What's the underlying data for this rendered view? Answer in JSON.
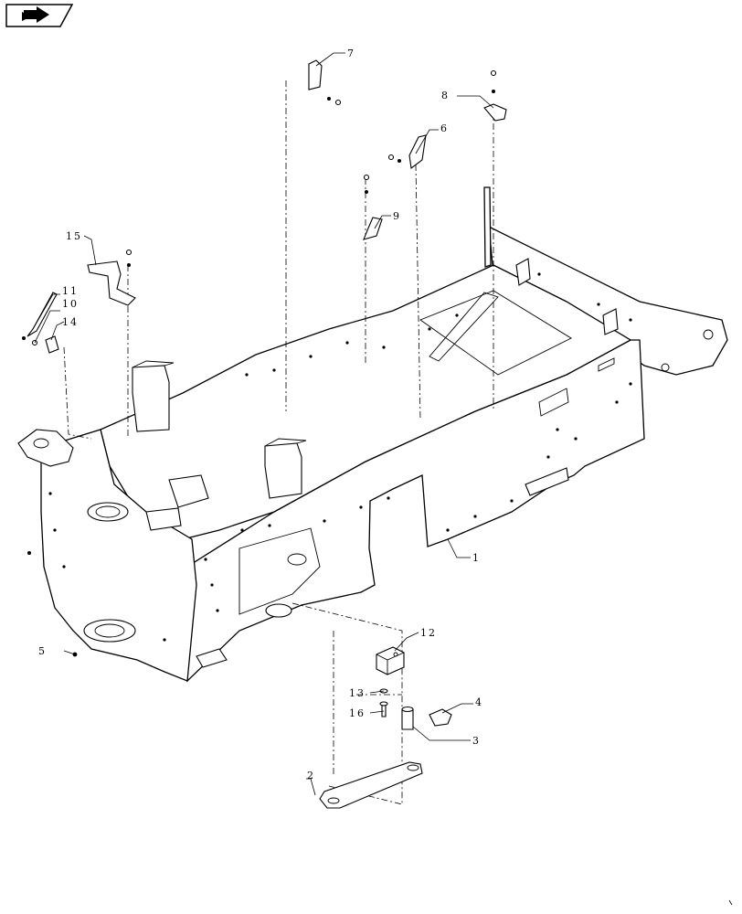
{
  "navigation": {
    "icon": "next-page-arrow-icon"
  },
  "callouts": [
    {
      "id": "c1",
      "text": "1"
    },
    {
      "id": "c2",
      "text": "2"
    },
    {
      "id": "c3",
      "text": "3"
    },
    {
      "id": "c4",
      "text": "4"
    },
    {
      "id": "c5",
      "text": "5"
    },
    {
      "id": "c6",
      "text": "6"
    },
    {
      "id": "c7",
      "text": "7"
    },
    {
      "id": "c8",
      "text": "8"
    },
    {
      "id": "c9",
      "text": "9"
    },
    {
      "id": "c10",
      "text": "10"
    },
    {
      "id": "c11",
      "text": "11"
    },
    {
      "id": "c12",
      "text": "12"
    },
    {
      "id": "c13",
      "text": "13"
    },
    {
      "id": "c14",
      "text": "14"
    },
    {
      "id": "c15",
      "text": "15"
    },
    {
      "id": "c16",
      "text": "16"
    }
  ]
}
